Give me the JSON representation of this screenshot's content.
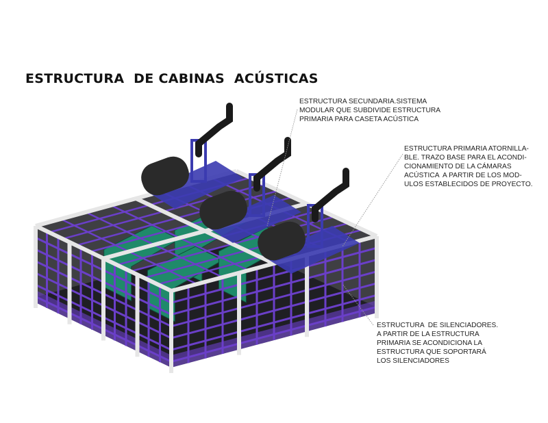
{
  "title": "ESTRUCTURA  DE CABINAS  ACÚSTICAS",
  "annotations": [
    {
      "id": "secondary-structure",
      "lines": "ESTRUCTURA SECUNDARIA.SISTEMA\nMODULAR QUE SUBDIVIDE ESTRUCTURA\nPRIMARIA PARA CASETA ACÚSTICA"
    },
    {
      "id": "primary-structure",
      "lines": "ESTRUCTURA PRIMARIA ATORNILLA-\nBLE. TRAZO BASE PARA EL ACONDI-\nCIONAMIENTO DE LA CÁMARAS\nACÚSTICA  A PARTIR DE LOS MOD-\nULOS ESTABLECIDOS DE PROYECTO."
    },
    {
      "id": "silencer-structure",
      "lines": "ESTRUCTURA  DE SILENCIADORES.\nA PARTIR DE LA ESTRUCTURA\nPRIMARIA SE ACONDICIONA LA\nESTRUCTURA QUE SOPORTARÁ\nLOS SILENCIADORES"
    }
  ],
  "colors": {
    "purple": "#6a3fc8",
    "white_frame": "#e6e6e6",
    "genset": "#1f8a6a",
    "silencer": "#2a2a2a",
    "support": "#3b3bb0",
    "floor": "#2b2b2b"
  }
}
